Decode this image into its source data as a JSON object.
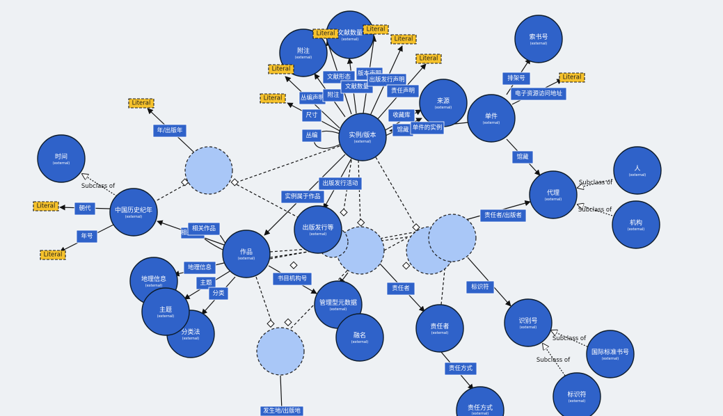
{
  "graph": {
    "ext_label": "(external)",
    "literal_label": "Literal",
    "subclass_label": "Subclass of",
    "nodes": {
      "shijian": "时间",
      "zhongguo": "中国历史纪年",
      "zuopin": "作品",
      "diliinfo": "地理信息",
      "zhuti": "主题",
      "fenleifa": "分类法",
      "fuzhu": "附注",
      "wenxianshuliang": "文献数量",
      "shili": "实例/版本",
      "laiyuan": "来源",
      "danjian": "单件",
      "suoshuhao": "索书号",
      "ren": "人",
      "jigou": "机构",
      "daili": "代理",
      "chubanfaxingdeng": "出版发行等",
      "guanlixing": "管理型元数据",
      "rongming": "融名",
      "zerenzhe": "责任者",
      "zerenfangshi": "责任方式",
      "shibiehao": "识别号",
      "guojibiaozhun": "国际标准书号",
      "shibiefu": "标识符"
    },
    "properties": {
      "nian_chubannian": "年/出版年",
      "chaodai": "朝代",
      "nianhao": "年号",
      "xiangguanzuopin": "相关作品",
      "xiangguan_hidden": "相关作品",
      "dilixinxi": "地理信息",
      "zhuti": "主题",
      "fenlei": "分类",
      "shimujigouhao": "书目机构号",
      "zerenzhe1": "责任者",
      "zerenfangshi": "责任方式",
      "biaoshifu": "标识符",
      "zerenzhe_chubanzhe": "责任者/出版者",
      "guancang": "馆藏",
      "pajiahao": "排架号",
      "dianzi": "电子资源访问地址",
      "shouzangku": "收藏库",
      "guancang2": "馆藏",
      "danjiandeshili": "单件的实例",
      "chubanfaxinghuodong": "出版发行活动",
      "shilishuyuzuopin": "实例属于作品",
      "congbian": "丛编",
      "chicun": "尺寸",
      "congbianshengming": "丛编声明",
      "fuzhu": "附注",
      "wenxianxingtai": "文献形态",
      "wenxianshuliang": "文献数量",
      "banben": "版本声明",
      "chubanfaxingshengming": "出版发行声明",
      "zerenshengming": "责任声明",
      "fashengdi": "发生地/出版地"
    }
  }
}
